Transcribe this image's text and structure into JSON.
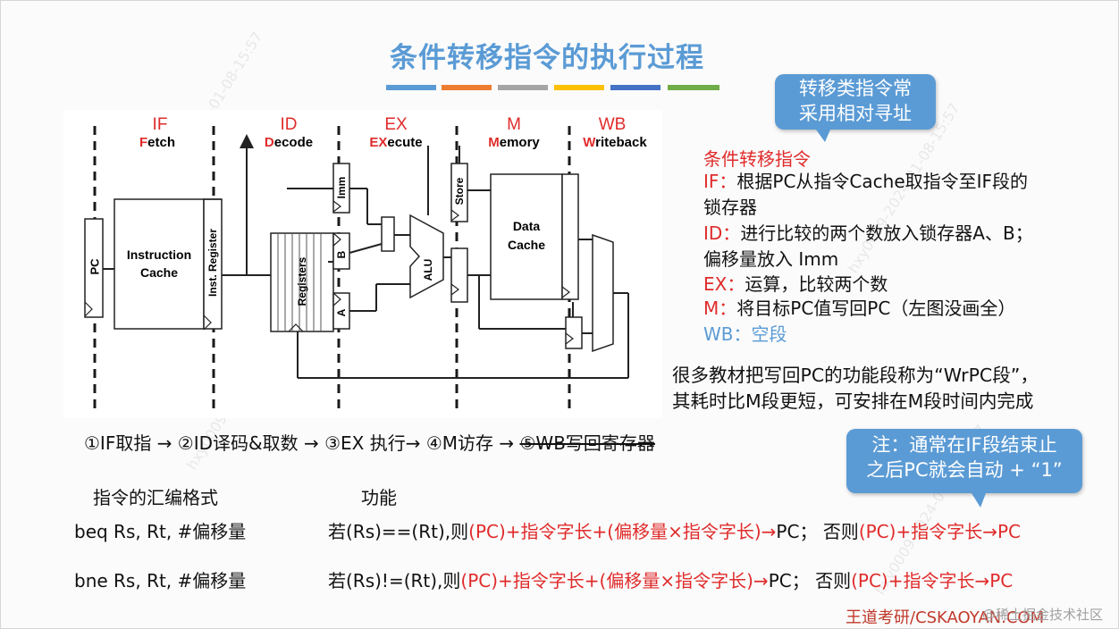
{
  "title": "条件转移指令的执行过程",
  "title_bar_colors": [
    "#5b9bd5",
    "#ed7d31",
    "#a5a5a5",
    "#ffc000",
    "#4472c4",
    "#70ad47"
  ],
  "callout_top": [
    "转移类指令常",
    "采用相对寻址"
  ],
  "callout_bottom": [
    "注：通常在IF段结束止",
    "之后PC就会自动 + “1”"
  ],
  "diagram": {
    "stages": [
      {
        "abbr": "IF",
        "first": "F",
        "rest": "etch"
      },
      {
        "abbr": "ID",
        "first": "D",
        "rest": "ecode"
      },
      {
        "abbr": "EX",
        "first": "EX",
        "rest": "ecute"
      },
      {
        "abbr": "M",
        "first": "M",
        "rest": "emory"
      },
      {
        "abbr": "WB",
        "first": "W",
        "rest": "riteback"
      }
    ],
    "labels": {
      "pc": "PC",
      "icache_1": "Instruction",
      "icache_2": "Cache",
      "inst_reg": "Inst. Register",
      "registers": "Registers",
      "imm": "Imm",
      "b": "B",
      "a": "A",
      "alu": "ALU",
      "store": "Store",
      "dcache_1": "Data",
      "dcache_2": "Cache"
    }
  },
  "right_text": {
    "heading": "条件转移指令",
    "if_label": "IF：",
    "if_text_1": "根据PC从指令Cache取指令至IF段的",
    "if_text_2": "锁存器",
    "id_label": "ID：",
    "id_text_1": "进行比较的两个数放入锁存器A、B；",
    "id_text_2": "偏移量放入 Imm",
    "ex_label": "EX：",
    "ex_text": "运算，比较两个数",
    "m_label": "M：",
    "m_text": "将目标PC值写回PC（左图没画全）",
    "wb_text": "WB：空段"
  },
  "paragraph": [
    "很多教材把写回PC的功能段称为“WrPC段”，",
    "其耗时比M段更短，可安排在M段时间内完成"
  ],
  "pipeline": {
    "main": "①IF取指 → ②ID译码&取数 → ③EX 执行→ ④M访存 → ",
    "struck": "⑤WB写回寄存器"
  },
  "table": {
    "col1_header": "指令的汇编格式",
    "col2_header": "功能",
    "rows": [
      {
        "format": "beq Rs, Rt, #偏移量",
        "cond": "若(Rs)==(Rt),则",
        "part1": "(PC)+指令字长+(偏移量×指令字长)→",
        "pc1": "PC；",
        "else": "否则",
        "part2": "(PC)+指令字长→",
        "pc2": "PC"
      },
      {
        "format": "bne Rs, Rt, #偏移量",
        "cond": "若(Rs)!=(Rt),则",
        "part1": "(PC)+指令字长+(偏移量×指令字长)→",
        "pc1": "PC；",
        "else": "否则",
        "part2": "(PC)+指令字长→",
        "pc2": "PC"
      }
    ]
  },
  "footer": {
    "brand": "王道考研/CSKAOYAN.COM",
    "community": "@稀土掘金技术社区"
  },
  "watermark": "hxy0009-2024-01-08-15:57"
}
